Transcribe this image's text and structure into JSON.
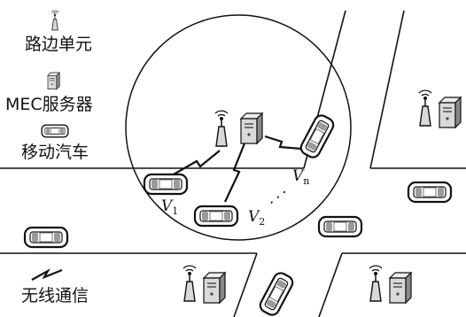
{
  "legend": {
    "rsu_label": "路边单元",
    "mec_label": "MEC服务器",
    "vehicle_label": "移动汽车",
    "wireless_label": "无线通信"
  },
  "vehicle_labels": {
    "v1": {
      "base": "V",
      "sub": "1"
    },
    "v2": {
      "base": "V",
      "sub": "2"
    },
    "vn": {
      "base": "V",
      "sub": "n"
    },
    "ellipsis": "⋰"
  },
  "icons": {
    "rsu": "antenna-tower-icon",
    "mec": "server-icon",
    "vehicle": "car-icon",
    "wireless": "lightning-link-icon"
  },
  "colors": {
    "line": "#111111",
    "server_front": "#d9d9d9",
    "server_side": "#8a8a8a",
    "car_window": "#9a9a9a"
  }
}
